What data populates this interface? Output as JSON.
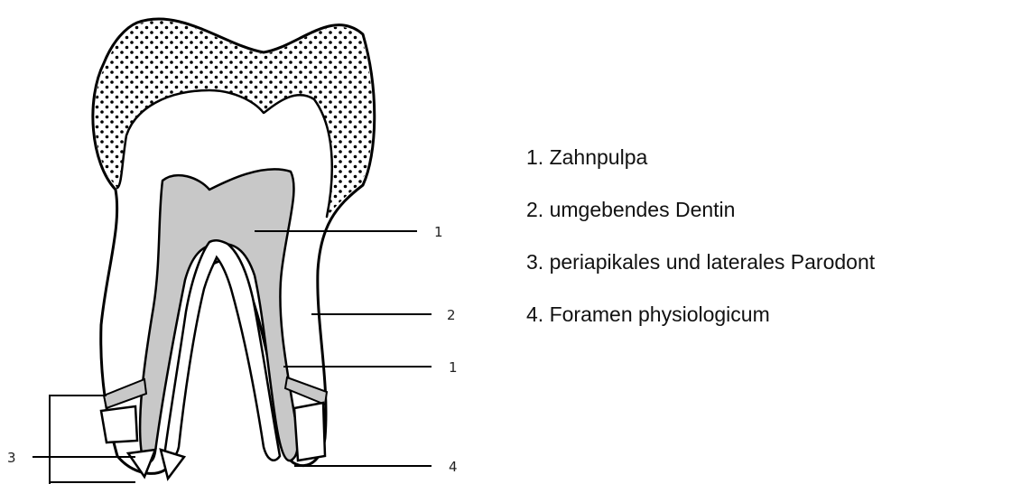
{
  "callouts": {
    "pulp_chamber": "1",
    "dentin": "2",
    "root_canal": "1",
    "periodontium": "3",
    "foramen": "4"
  },
  "legend": {
    "items": [
      "1. Zahnpulpa",
      "2. umgebendes Dentin",
      "3. periapikales und laterales Parodont",
      "4. Foramen physiologicum"
    ]
  },
  "colors": {
    "pulp_fill": "#c8c8c8",
    "enamel_dots": "#000000",
    "outline": "#000000"
  }
}
